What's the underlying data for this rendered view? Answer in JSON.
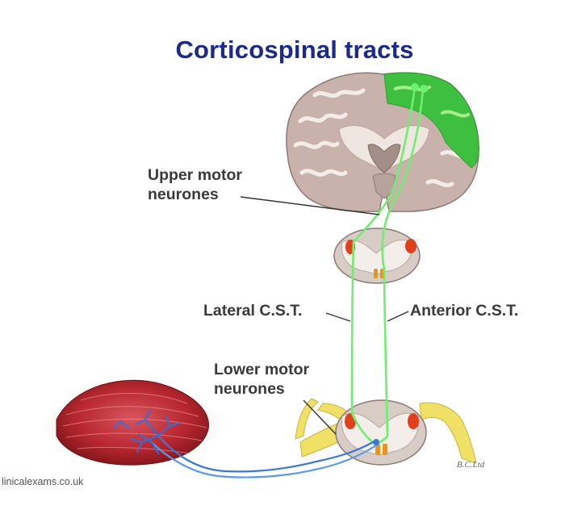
{
  "title": "Corticospinal tracts",
  "labels": {
    "upper_motor_line1": "Upper motor",
    "upper_motor_line2": "neurones",
    "lateral_cst": "Lateral C.S.T.",
    "anterior_cst": "Anterior C.S.T.",
    "lower_motor_line1": "Lower motor",
    "lower_motor_line2": "neurones"
  },
  "credit": "linicalexams.co.uk",
  "signature": "B.C.Ltd",
  "colors": {
    "title": "#1b2a8c",
    "tract": "#6ef06e",
    "motor_cortex": "#3fbf3f",
    "lower_motor_neuron": "#3a78d8",
    "muscle": "#c0303a",
    "nucleus": "#e0401c",
    "nerve_root": "#f0e066"
  }
}
